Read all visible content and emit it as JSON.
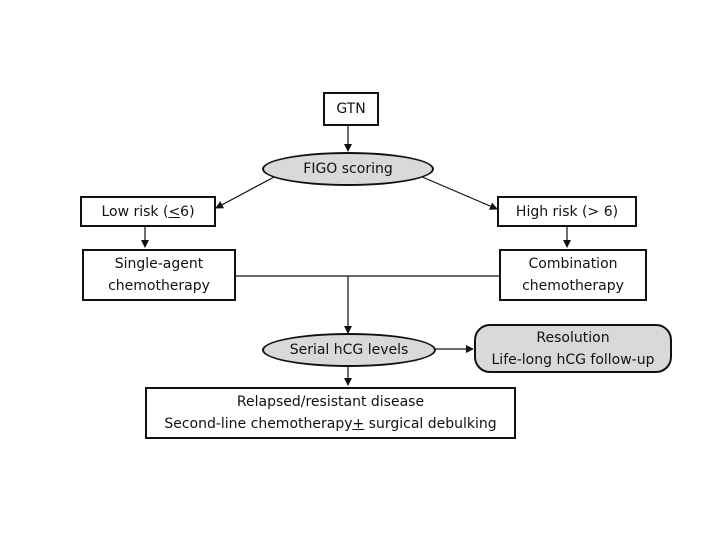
{
  "nodes": {
    "gtn": "GTN",
    "figo": "FIGO scoring",
    "low_risk": {
      "prefix": "Low risk (",
      "symbol": "<",
      "suffix": "6)"
    },
    "high_risk": "High risk (> 6)",
    "single_agent": {
      "line1": "Single-agent",
      "line2": "chemotherapy"
    },
    "combination": {
      "line1": "Combination",
      "line2": "chemotherapy"
    },
    "serial_hcg": "Serial hCG levels",
    "resolution": {
      "line1": "Resolution",
      "line2": "Life-long hCG follow-up"
    },
    "relapsed": {
      "line1": "Relapsed/resistant disease",
      "line2_prefix": "Second-line chemotherapy",
      "line2_symbol": "+",
      "line2_suffix": " surgical debulking"
    }
  },
  "colors": {
    "stroke": "#111111",
    "fill_grey": "#d9d9d9",
    "background": "#ffffff"
  }
}
